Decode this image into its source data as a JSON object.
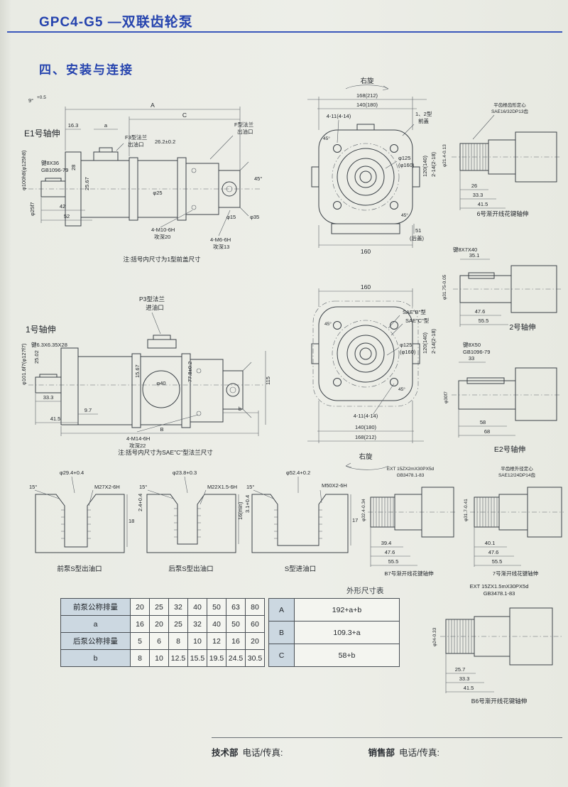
{
  "header": {
    "title": "GPC4-G5 —双联齿轮泵"
  },
  "section": {
    "title": "四、安装与连接"
  },
  "e1": {
    "title": "E1号轴伸",
    "dim_angle": "9°",
    "dim_angle_tol": "+0.5",
    "dim_A": "A",
    "dim_C": "C",
    "dim_163": "16.3",
    "dim_a": "a",
    "port_f_1": "F型法兰",
    "port_f_2": "出油口",
    "port_f3_1": "F3型法兰",
    "port_f3_2": "出油口",
    "dim_262": "26.2±0.2",
    "key": "键8X36",
    "key_std": "GB1096-79",
    "dim_28": "28",
    "dim_d100": "φ100h8(φ125h8)",
    "dim_d25f7": "φ25f7",
    "dim_42": "42",
    "dim_52": "52",
    "dim_2567": "25.67",
    "dim_d25": "φ25",
    "dim_45": "45°",
    "dim_d15": "φ15",
    "dim_d35": "φ35",
    "tap1_1": "4-M10-6H",
    "tap1_2": "攻深20",
    "tap2_1": "4-M6-6H",
    "tap2_2": "攻深13",
    "note": "注:括号内尺寸为1型前盖尺寸"
  },
  "front1": {
    "rotation": "右旋",
    "dim_168": "168(212)",
    "dim_140": "140(180)",
    "dim_411": "4-11(4-14)",
    "cover_1": "1、2型",
    "cover_2": "前盖",
    "dim_d125": "φ125",
    "dim_d160": "(φ160)",
    "dim_120": "120(140)",
    "dim_214": "2-14(2-18)",
    "dim_160": "160",
    "dim_51": "51",
    "rear": "(后盖)",
    "dim_45": "45°"
  },
  "spline6": {
    "line1": "平齿根齿形定心",
    "line2": "SAE16/32DP13齿",
    "dim1": "26",
    "dim2": "33.3",
    "dim3": "41.5",
    "dia": "φ21.4-0.13",
    "caption": "6号渐开线花键轴伸"
  },
  "shaft2": {
    "key": "键8X7X40",
    "dim1": "35.1",
    "dim2": "47.6",
    "dim3": "55.5",
    "dia": "φ31.75-0.05",
    "caption": "2号轴伸"
  },
  "shafte2": {
    "key": "键8X50",
    "key_std": "GB1096-79",
    "dim1": "33",
    "dim2": "58",
    "dim3": "68",
    "dia": "φ30f7",
    "caption": "E2号轴伸"
  },
  "p1": {
    "title": "1号轴伸",
    "port_1": "P3型法兰",
    "port_2": "进油口",
    "key": "键6.3X6.35X28",
    "dia_body": "φ101.6f7(φ127f7)",
    "dim_2502": "25.02",
    "dim_1567": "15.67",
    "dim_778": "77.8±0.2",
    "dim_d40": "φ40",
    "dim_333": "33.3",
    "tap_1": "4-M14-6H",
    "tap_2": "攻深22",
    "dim_97": "9.7",
    "dim_b": "b",
    "dim_415": "41.5",
    "dim_B": "B",
    "dim_115": "115",
    "note": "注:括号内尺寸为SAE\"C\"型法兰尺寸"
  },
  "front2": {
    "dim_160": "160",
    "sae_b": "SAE\"B\"型",
    "sae_c": "SAE\"C\"型",
    "dim_d125": "φ125",
    "dim_d160": "(φ160)",
    "dim_120": "120(140)",
    "dim_214": "2-14(2-18)",
    "dim_45": "45°",
    "dim_411": "4-11(4-14)",
    "dim_140": "140(180)",
    "dim_168": "168(212)",
    "rotation": "右旋"
  },
  "portA": {
    "dia": "φ29.4+0.4",
    "angle": "15°",
    "thread": "M27X2-6H",
    "depth": "18",
    "caption": "前泵S型出油口"
  },
  "portB": {
    "dia": "φ23.8+0.3",
    "angle": "15°",
    "thread": "M22X1.5-6H",
    "depth": "16(min)",
    "edge": "2.4+0.4",
    "caption": "后泵S型出油口"
  },
  "portC": {
    "dia": "φ52.4+0.2",
    "angle": "15°",
    "thread": "M50X2-6H",
    "depth": "17",
    "edge": "3.1+0.4",
    "caption": "S型进油口"
  },
  "splineb7": {
    "line1": "EXT 15ZX2mX30PX5d",
    "line2": "GB3478.1-83",
    "dim1": "39.4",
    "dim2": "47.6",
    "dim3": "55.5",
    "dia": "φ32.4-0.34",
    "caption": "B7号渐开线花键轴伸"
  },
  "spline7": {
    "line1": "平齿根外径定心",
    "line2": "SAE12/24DP14齿",
    "dim1": "40.1",
    "dim2": "47.6",
    "dim3": "55.5",
    "dia": "φ31.7-0.41",
    "caption": "7号渐开线花键轴伸"
  },
  "splineb6": {
    "line1": "EXT 15ZX1.5mX30PX5d",
    "line2": "GB3478.1-83",
    "dim1": "25.7",
    "dim2": "33.3",
    "dim3": "41.5",
    "dia": "φ24-0.33",
    "caption": "B6号渐开线花键轴伸"
  },
  "table1": {
    "rows": [
      {
        "label": "前泵公称排量",
        "values": [
          "20",
          "25",
          "32",
          "40",
          "50",
          "63",
          "80"
        ]
      },
      {
        "label": "a",
        "values": [
          "16",
          "20",
          "25",
          "32",
          "40",
          "50",
          "60"
        ]
      },
      {
        "label": "后泵公称排量",
        "values": [
          "5",
          "6",
          "8",
          "10",
          "12",
          "16",
          "20"
        ]
      },
      {
        "label": "b",
        "values": [
          "8",
          "10",
          "12.5",
          "15.5",
          "19.5",
          "24.5",
          "30.5"
        ]
      }
    ]
  },
  "table2": {
    "title": "外形尺寸表",
    "rows": [
      {
        "label": "A",
        "value": "192+a+b"
      },
      {
        "label": "B",
        "value": "109.3+a"
      },
      {
        "label": "C",
        "value": "58+b"
      }
    ]
  },
  "footer": {
    "tech": "技术部",
    "tech_phone": "电话/传真:",
    "sales": "销售部",
    "sales_phone": "电话/传真:"
  }
}
